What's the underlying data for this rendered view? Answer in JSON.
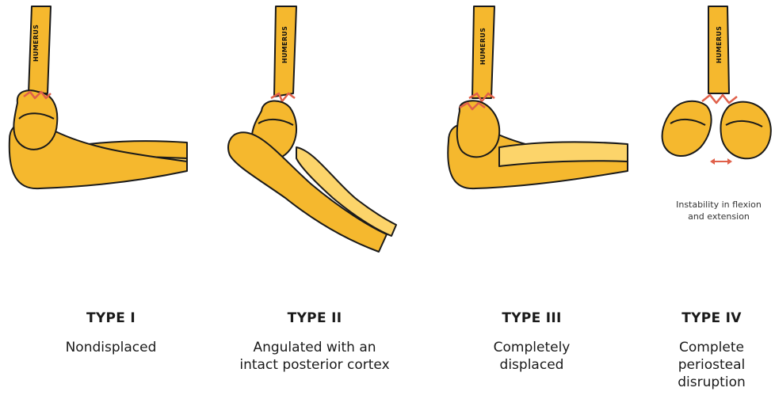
{
  "bone_label": "HUMERUS",
  "colors": {
    "bone_fill": "#F5B82E",
    "bone_highlight": "#FCD46A",
    "bone_outline": "#1a1a1a",
    "fracture_line": "#E0604A",
    "arrow": "#E0604A"
  },
  "panels": [
    {
      "title": "TYPE I",
      "description": "Nondisplaced"
    },
    {
      "title": "TYPE II",
      "description": "Angulated with an\nintact posterior cortex"
    },
    {
      "title": "TYPE III",
      "description": "Completely\ndisplaced"
    },
    {
      "title": "TYPE IV",
      "description": "Complete\nperiosteal\ndisruption"
    }
  ],
  "type4_note": "Instability in flexion\nand extension",
  "icons": [
    "double-arrow-icon"
  ]
}
